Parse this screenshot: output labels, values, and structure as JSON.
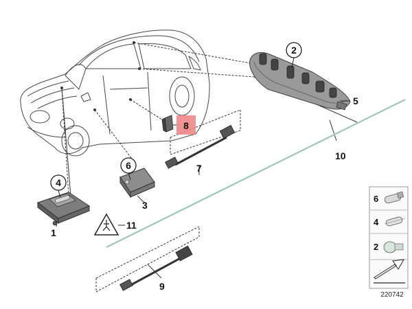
{
  "diagram": {
    "callouts": {
      "c1": "1",
      "c2": "2",
      "c3": "3",
      "c4": "4",
      "c5": "5",
      "c6": "6",
      "c7": "7",
      "c8": "8",
      "c9": "9",
      "c10": "10",
      "c11": "11"
    },
    "legend": [
      {
        "number": "6",
        "part": "bulb-tubular-small"
      },
      {
        "number": "4",
        "part": "bulb-festoon"
      },
      {
        "number": "2",
        "part": "bulb-wedge"
      }
    ],
    "reference_number": "220742",
    "colors": {
      "highlight": "#f08080",
      "lines": "#333333",
      "cable_line": "#b8d8c8"
    }
  }
}
